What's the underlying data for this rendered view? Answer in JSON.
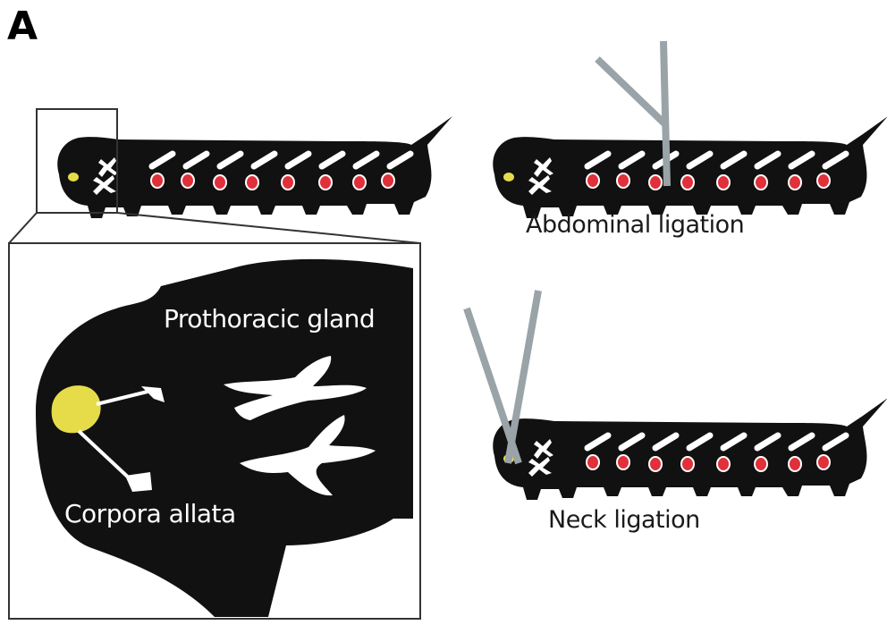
{
  "panel_label": "A",
  "captions": {
    "abdominal": "Abdominal ligation",
    "neck": "Neck ligation"
  },
  "inset": {
    "prothoracic_gland": "Prothoracic gland",
    "corpora_allata": "Corpora allata"
  },
  "colors": {
    "body": "#111111",
    "spiracle": "#e0303a",
    "ligature": "#9aa3a8",
    "corpora_allata": "#e6dc4a",
    "gland": "#ffffff"
  }
}
